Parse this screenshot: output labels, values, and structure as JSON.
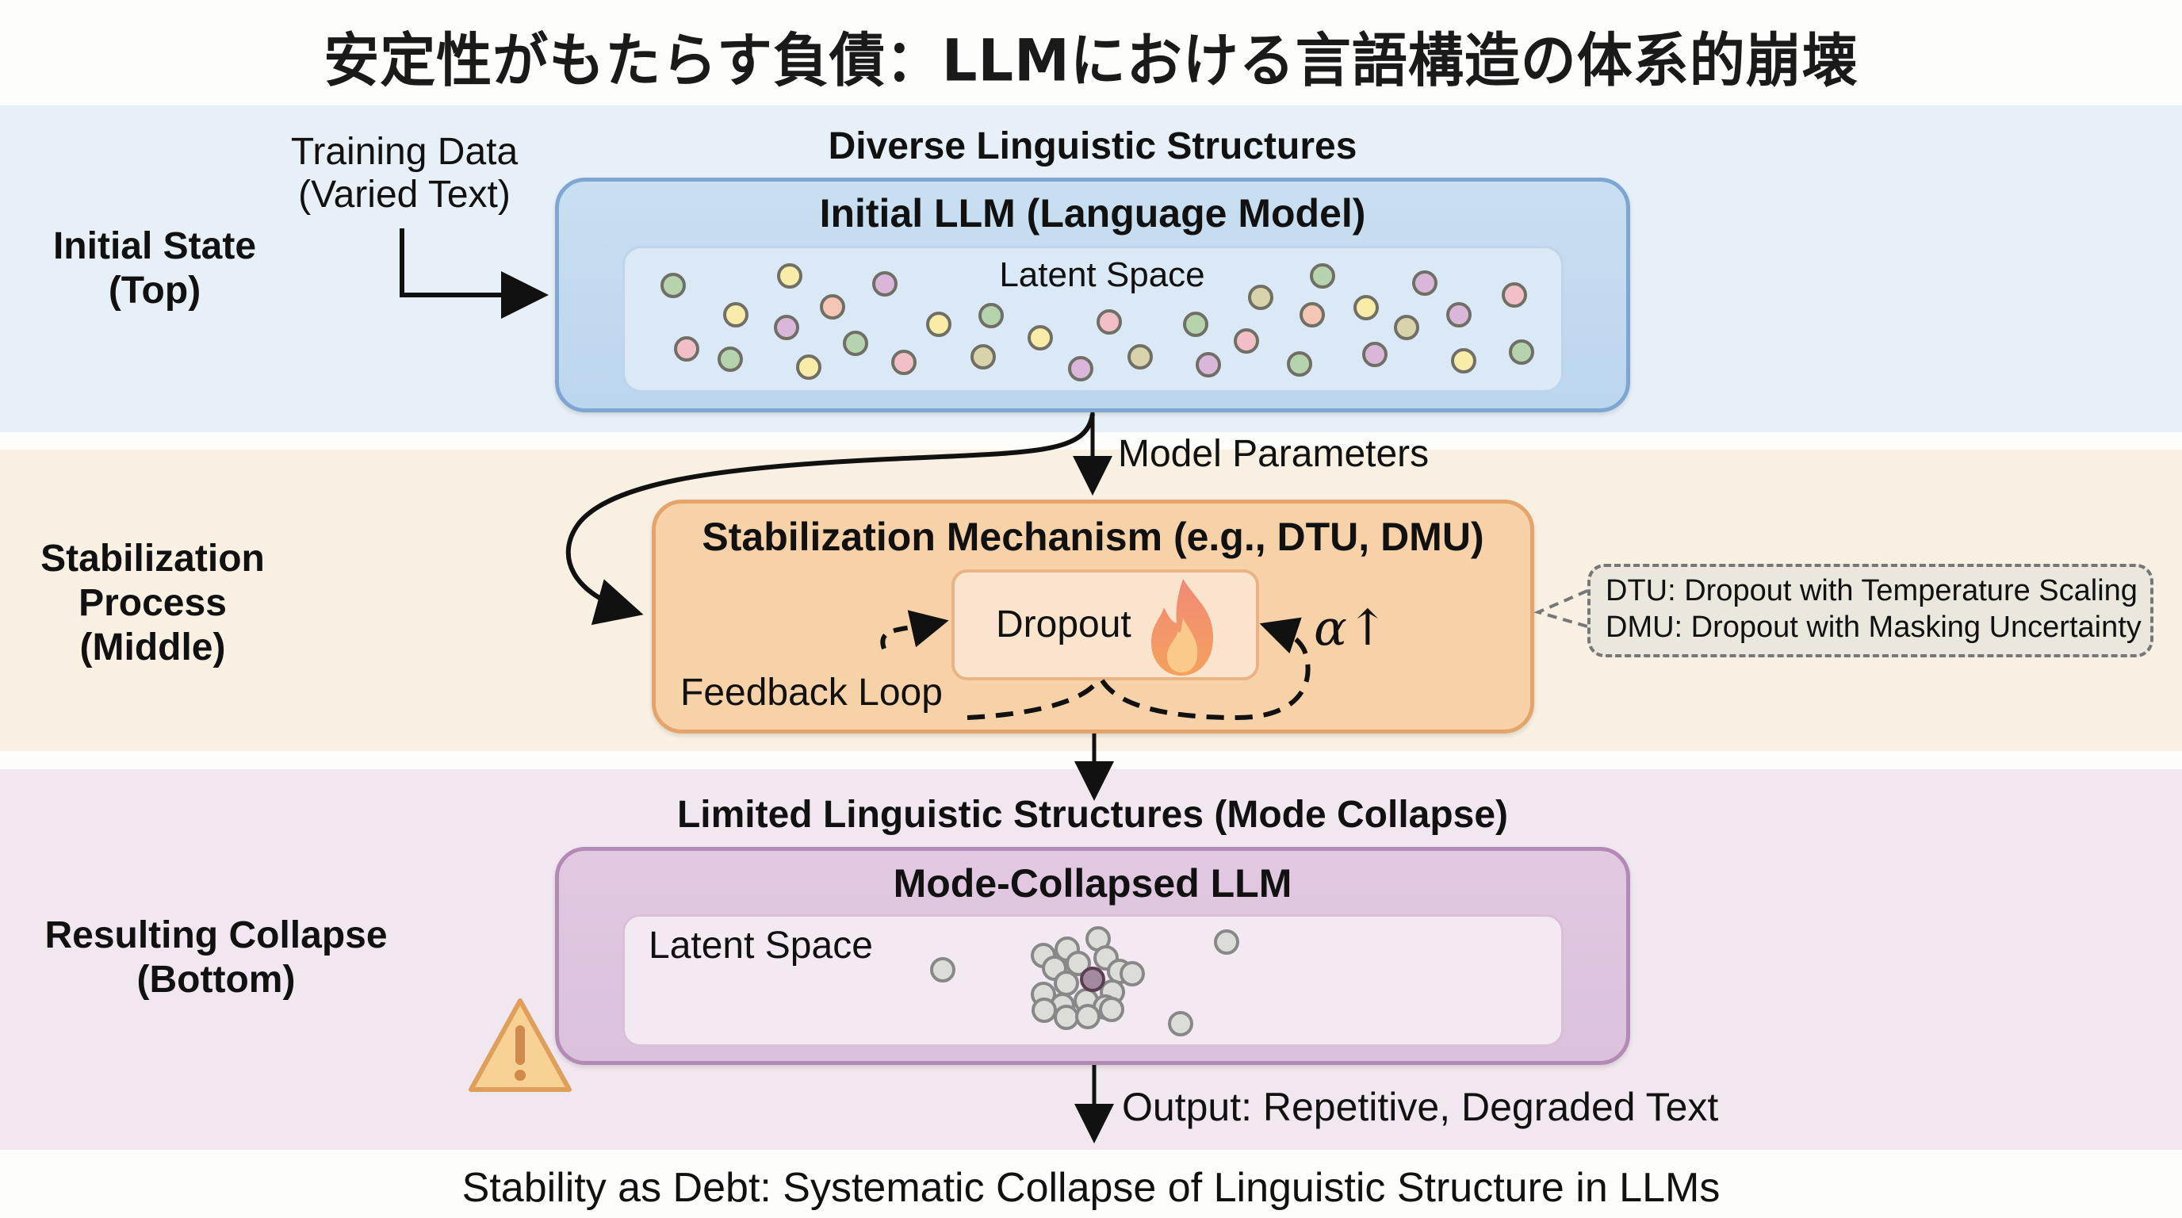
{
  "title": "安定性がもたらす負債：LLMにおける言語構造の体系的崩壊",
  "caption": "Stability as Debt: Systematic Collapse of Linguistic Structure in LLMs",
  "colors": {
    "top_band": "#e7f0f6",
    "middle_band": "#f8f0e2",
    "bottom_band": "#f1e7f0",
    "initial_box_border": "#7ea6d2",
    "stabilization_box_border": "#e4a46a",
    "collapsed_box_border": "#b38ab5",
    "warning": "#f6cf8a"
  },
  "top": {
    "side_label_line1": "Initial State",
    "side_label_line2": "(Top)",
    "training_line1": "Training Data",
    "training_line2": "(Varied Text)",
    "heading": "Diverse Linguistic Structures",
    "box_title": "Initial LLM (Language Model)",
    "latent_label": "Latent Space",
    "dot_colors": [
      "green",
      "yellow",
      "pink",
      "purple",
      "peach",
      "olive"
    ]
  },
  "middle": {
    "side_label_line1": "Stabilization",
    "side_label_line2": "Process",
    "side_label_line3": "(Middle)",
    "arrow_label": "Model Parameters",
    "box_title": "Stabilization Mechanism (e.g., DTU, DMU)",
    "dropout_label": "Dropout",
    "flame_icon": "fire-icon",
    "alpha_label": "α↑",
    "feedback_label": "Feedback Loop",
    "tooltip_line1": "DTU: Dropout with Temperature Scaling",
    "tooltip_line2": "DMU: Dropout with Masking Uncertainty"
  },
  "bottom": {
    "side_label_line1": "Resulting Collapse",
    "side_label_line2": "(Bottom)",
    "heading": "Limited Linguistic Structures (Mode Collapse)",
    "box_title": "Mode-Collapsed LLM",
    "latent_label": "Latent Space",
    "output_label": "Output: Repetitive, Degraded Text",
    "warning_icon": "warning-icon"
  }
}
